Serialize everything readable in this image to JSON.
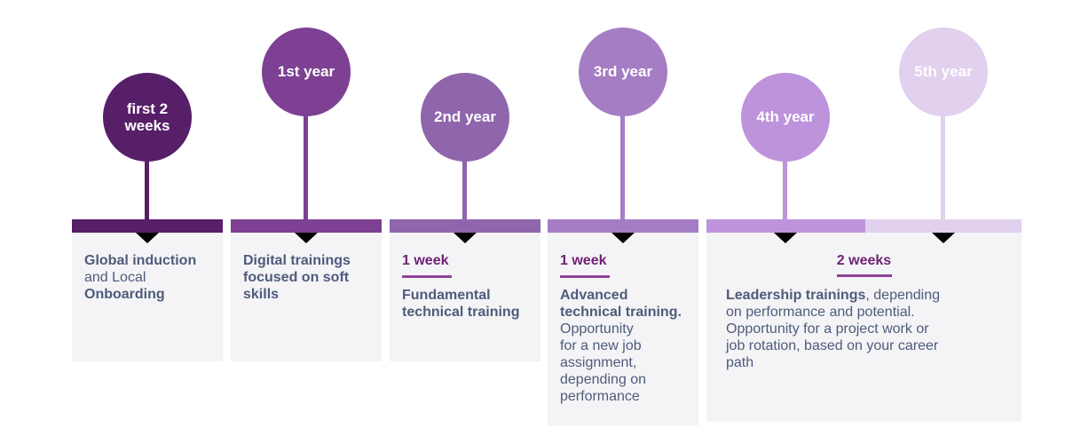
{
  "timeline": {
    "columns": [
      {
        "circle_label": "first 2\nweeks",
        "color": "#571f68"
      },
      {
        "circle_label": "1st year",
        "color": "#7d4092"
      },
      {
        "circle_label": "2nd year",
        "color": "#8f65ac"
      },
      {
        "circle_label": "3rd year",
        "color": "#a57dc4"
      },
      {
        "circle_label": "4th year",
        "color": "#bd93dc"
      },
      {
        "circle_label": "5th year",
        "color": "#e1d0ee"
      }
    ],
    "panels": [
      {
        "segments": [
          {
            "text": "Global induction\n",
            "bold": true
          },
          {
            "text": "and Local\n",
            "bold": false
          },
          {
            "text": "Onboarding",
            "bold": true
          }
        ]
      },
      {
        "segments": [
          {
            "text": "Digital trainings\nfocused on soft\nskills",
            "bold": true
          }
        ]
      },
      {
        "duration": "1 week",
        "segments": [
          {
            "text": "Fundamental\ntechnical training",
            "bold": true
          }
        ]
      },
      {
        "duration": "1 week",
        "segments": [
          {
            "text": "Advanced\ntechnical training.",
            "bold": true
          },
          {
            "text": "\nOpportunity\nfor a new job\nassignment,\ndepending on\nperformance",
            "bold": false
          }
        ]
      },
      {
        "duration": "2 weeks",
        "segments": [
          {
            "text": "Leadership trainings",
            "bold": true
          },
          {
            "text": ", depending\non performance and potential.\nOpportunity for a project work or\njob rotation, based on your career\npath",
            "bold": false
          }
        ]
      }
    ],
    "style": {
      "panel_background": "#f4f4f6",
      "body_text_color": "#4e5b7c",
      "duration_text_color": "#702277",
      "duration_rule_color": "#8e4397",
      "circle_text_color": "#ffffff"
    }
  }
}
